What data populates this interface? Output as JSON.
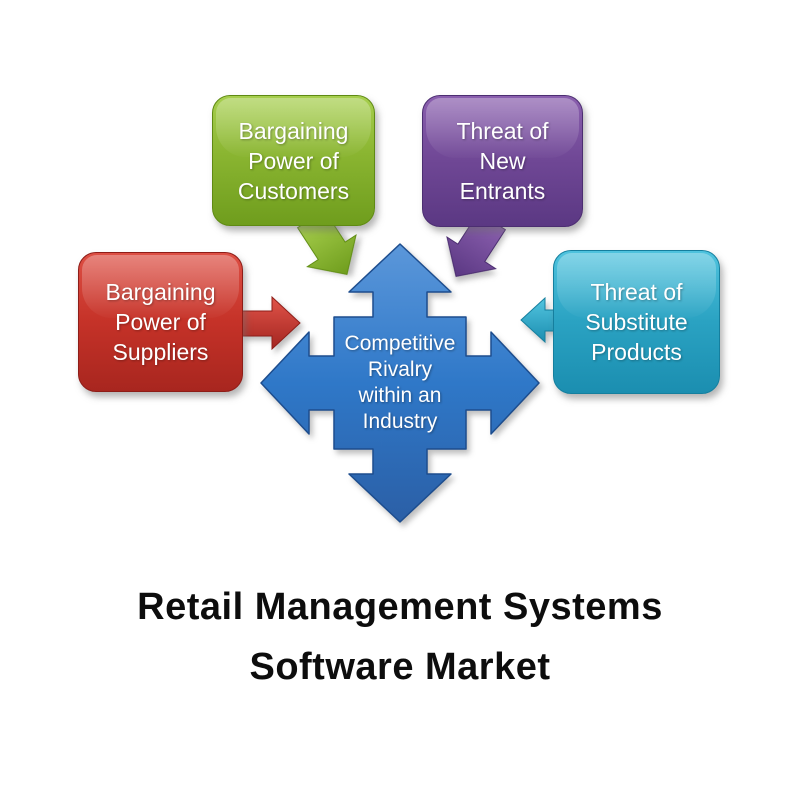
{
  "title": {
    "lines": [
      "Retail Management Systems",
      "Software Market"
    ],
    "color": "#0d0d0d"
  },
  "diagram": {
    "center": {
      "name": "Competitive Rivalry within an Industry",
      "lines": [
        "Competitive",
        "Rivalry",
        "within an",
        "Industry"
      ],
      "color": "#2f78c8"
    },
    "forces": [
      {
        "name": "Bargaining Power of Customers",
        "lines": [
          "Bargaining",
          "Power of",
          "Customers"
        ],
        "color": "#8ab531",
        "position": "top-left"
      },
      {
        "name": "Threat of New Entrants",
        "lines": [
          "Threat of",
          "New",
          "Entrants"
        ],
        "color": "#6f4795",
        "position": "top-right"
      },
      {
        "name": "Bargaining Power of Suppliers",
        "lines": [
          "Bargaining",
          "Power of",
          "Suppliers"
        ],
        "color": "#c53228",
        "position": "left"
      },
      {
        "name": "Threat of Substitute Products",
        "lines": [
          "Threat of",
          "Substitute",
          "Products"
        ],
        "color": "#2aa2c2",
        "position": "right"
      }
    ]
  }
}
